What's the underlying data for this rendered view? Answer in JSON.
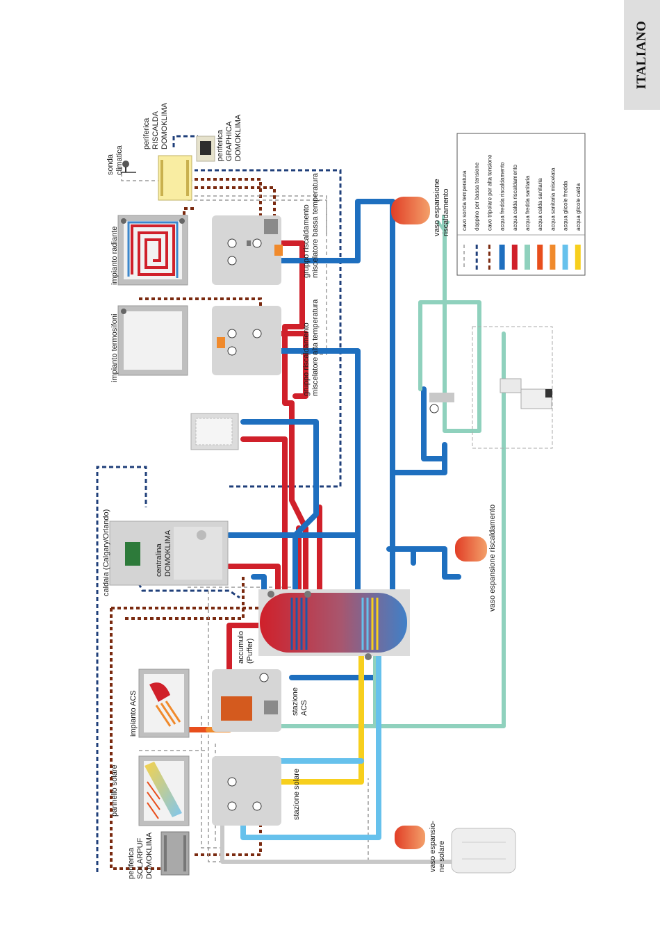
{
  "language_tab": "ITALIANO",
  "labels": {
    "sonda_climatica": [
      "sonda",
      "climatica"
    ],
    "periferica_riscalda": [
      "periferica",
      "RISCALDA",
      "DOMOKLIMA"
    ],
    "periferica_graphica": [
      "periferica",
      "GRAPHICA",
      "DOMOKLIMA"
    ],
    "impianto_radiante": "impianto radiante",
    "gruppo_bassa": [
      "gruppo riscaldamento",
      "miscelatore bassa temperatura"
    ],
    "vaso_espansione_risc_top": [
      "vaso espansione",
      "riscaldamento"
    ],
    "impianto_termosifoni": "impianto termosifoni",
    "gruppo_alta": [
      "gruppo riscaldamento",
      "miscelatore alta temperatura"
    ],
    "caldaia": "caldaia (Calgary/Orlando)",
    "centralina": [
      "centralina",
      "DOMOKLIMA"
    ],
    "vaso_espansione_risc_mid": "vaso espansione riscaldamento",
    "accumulo": [
      "accumulo",
      "(Puffer)"
    ],
    "impianto_acs": "impianto ACS",
    "stazione_acs": [
      "stazione",
      "ACS"
    ],
    "pannello_solare": "pannello solare",
    "stazione_solare": "stazione solare",
    "periferica_solarpuf": [
      "periferica",
      "SOLARPUF",
      "DOMOKLIMA"
    ],
    "vaso_espansione_solare": [
      "vaso espansio-",
      "ne solare"
    ]
  },
  "legend": [
    {
      "label": "cavo sonda temperatura",
      "color": "#9a9a9a",
      "style": "dashed-gray"
    },
    {
      "label": "doppino per bassa tensione",
      "color": "#1f3f7a",
      "style": "dashed-navy"
    },
    {
      "label": "cavo tripolare per alta tensione",
      "color": "#7a2a10",
      "style": "dashed-brown"
    },
    {
      "label": "acqua fredda riscaldamento",
      "color": "#1e6fbf",
      "style": "solid"
    },
    {
      "label": "acqua calda riscaldamento",
      "color": "#d0202a",
      "style": "solid"
    },
    {
      "label": "acqua fredda sanitaria",
      "color": "#8fd1bd",
      "style": "solid"
    },
    {
      "label": "acqua calda sanitaria",
      "color": "#e84e1c",
      "style": "solid"
    },
    {
      "label": "acqua sanitaria miscelata",
      "color": "#f08a2c",
      "style": "solid"
    },
    {
      "label": "acqua glicole fredda",
      "color": "#66c1ec",
      "style": "solid"
    },
    {
      "label": "acqua glicole calda",
      "color": "#f7cf1d",
      "style": "solid"
    }
  ]
}
